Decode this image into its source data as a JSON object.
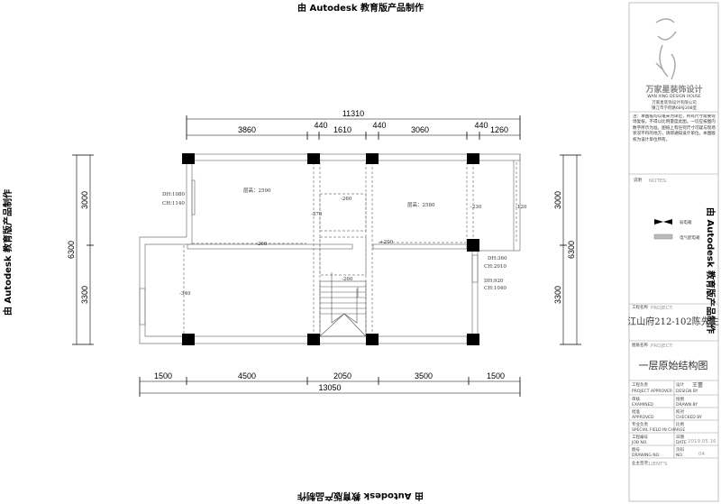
{
  "watermark": "由 Autodesk 教育版产品制作",
  "plan": {
    "room_heights": [
      "层高：2590",
      "层高：2580"
    ],
    "openings": [
      {
        "dh": "DH:1080",
        "ch": "CH:1140"
      },
      {
        "dh": "DH:360",
        "ch": "CH:2010"
      },
      {
        "dh": "DH:920",
        "ch": "CH:1040"
      }
    ],
    "levels": [
      "-260",
      "-370",
      "-260",
      "+200",
      "-260",
      "-340",
      "-230",
      "-120"
    ]
  },
  "dimensions": {
    "top_total": "11310",
    "top": [
      "3860",
      "440",
      "1610",
      "440",
      "3060",
      "440",
      "1260"
    ],
    "bottom": [
      "1500",
      "4500",
      "2050",
      "3500",
      "1500"
    ],
    "bottom_total": "13050",
    "left": [
      "3000",
      "3300"
    ],
    "left_total": "6300",
    "right": [
      "3000",
      "3300"
    ],
    "right_total": "6300"
  },
  "title_block": {
    "company_logo_text": "万家星装饰设计",
    "company_en": "WAN XING DESIGN HOUSE",
    "company_name": "万家星装饰设计有限公司",
    "address": "镇江市学府路68号208室",
    "note": "注：本图纸均以毫米为单位，所有尺寸需要现场复核，不得以比例量度此图。一切应按图内数字所示为准。图纸上有任何尺寸可疑与现场状况不符的地方，请即通知设计单位。本图版权为设计单位所有。",
    "notes_label": "说明",
    "notes_en": "NOTES:",
    "legend": [
      {
        "icon": "strong-electric-box-icon",
        "label": "弱电箱"
      },
      {
        "icon": "distribution-box-icon",
        "label": "电气配电箱"
      }
    ],
    "project_label": "工程名称",
    "project_en": "PROJECT:",
    "project_name": "江山府212-102陈先生",
    "drawing_label": "图纸名称",
    "drawing_en": "PROJECT:",
    "drawing_name": "一层原始结构图",
    "rows": [
      {
        "cn1": "工程负责",
        "en1": "PROJECT APPROVER",
        "cn2": "设计",
        "en2": "DESIGN BY",
        "val": "王蕾"
      },
      {
        "cn1": "审核",
        "en1": "EXAMINED",
        "cn2": "绘图",
        "en2": "DRAWN BY",
        "val": ""
      },
      {
        "cn1": "批准",
        "en1": "APPROVED",
        "cn2": "校对",
        "en2": "CHECKED BY",
        "val": ""
      },
      {
        "cn1": "专业负责",
        "en1": "SPECIAL FIELD IN CHARGE",
        "cn2": "比例",
        "en2": "",
        "val": ""
      },
      {
        "cn1": "工程编号",
        "en1": "JOB NO.",
        "cn2": "日期",
        "en2": "DATE",
        "val": "2019.05.16"
      },
      {
        "cn1": "图号",
        "en1": "DRAWING NO.",
        "cn2": "页码",
        "en2": "NO.",
        "val": "04"
      }
    ],
    "client_label": "业主签字",
    "client_en": "CLIENT'S"
  }
}
